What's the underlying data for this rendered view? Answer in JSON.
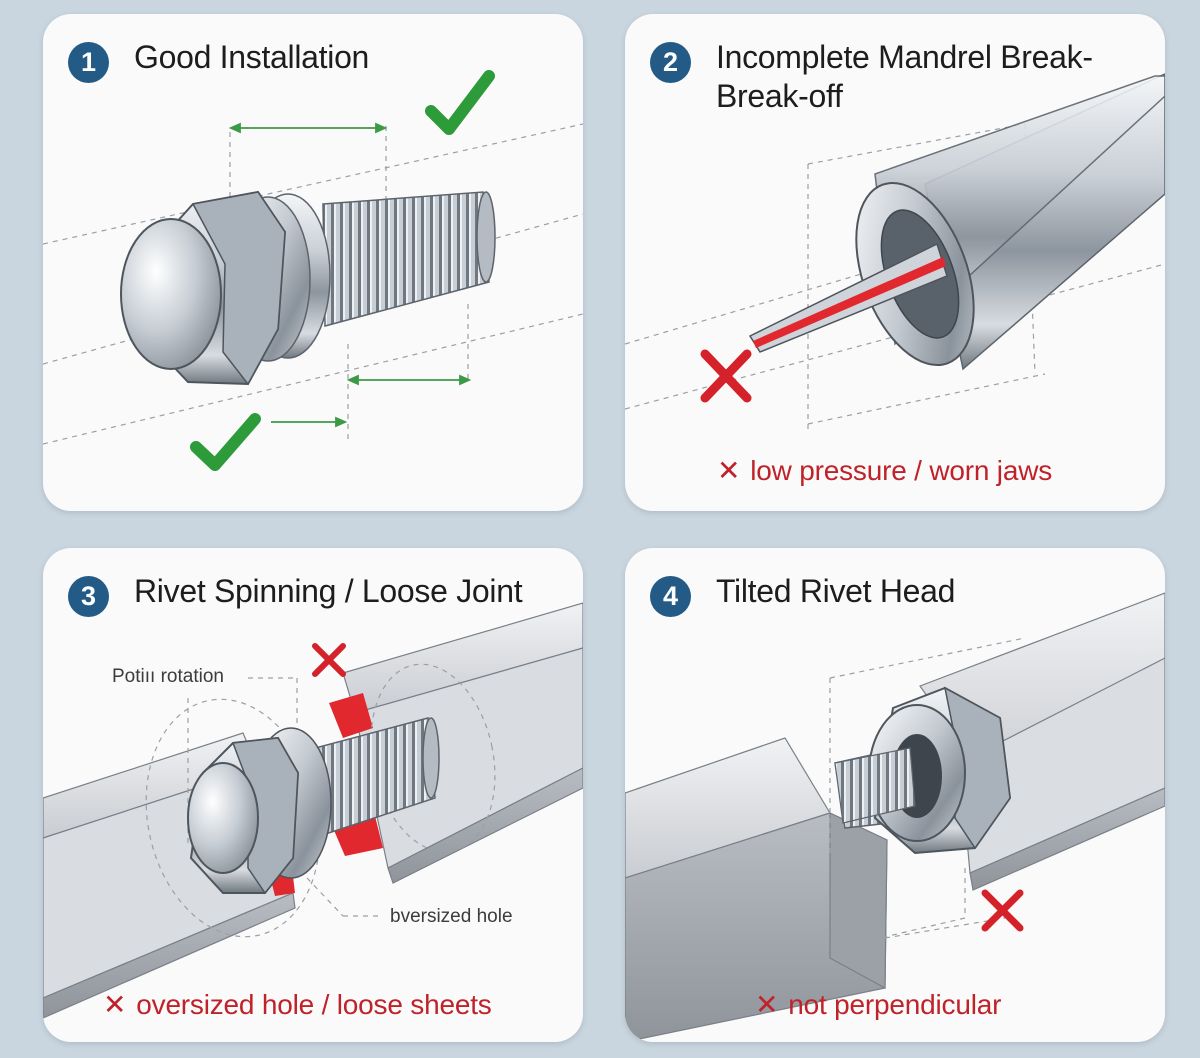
{
  "panels": [
    {
      "number": "1",
      "title": "Good Installation"
    },
    {
      "number": "2",
      "title": "Incomplete Mandrel Break-Break-off",
      "caption_mark": "✕",
      "caption": "low pressure / worn jaws"
    },
    {
      "number": "3",
      "title": "Rivet Spinning / Loose Joint",
      "callout_rotation": "Potiıı rotation",
      "callout_hole": "bversized hole",
      "caption_mark": "✕",
      "caption": "oversized hole / loose sheets"
    },
    {
      "number": "4",
      "title": "Tilted Rivet Head",
      "caption_mark": "✕",
      "caption": "not perpendicular"
    }
  ],
  "icons": {
    "good": "check-icon",
    "bad": "cross-icon"
  },
  "colors": {
    "badge": "#245b86",
    "check": "#2e9b3b",
    "cross": "#d4212a",
    "mandrel": "#e0282e"
  }
}
